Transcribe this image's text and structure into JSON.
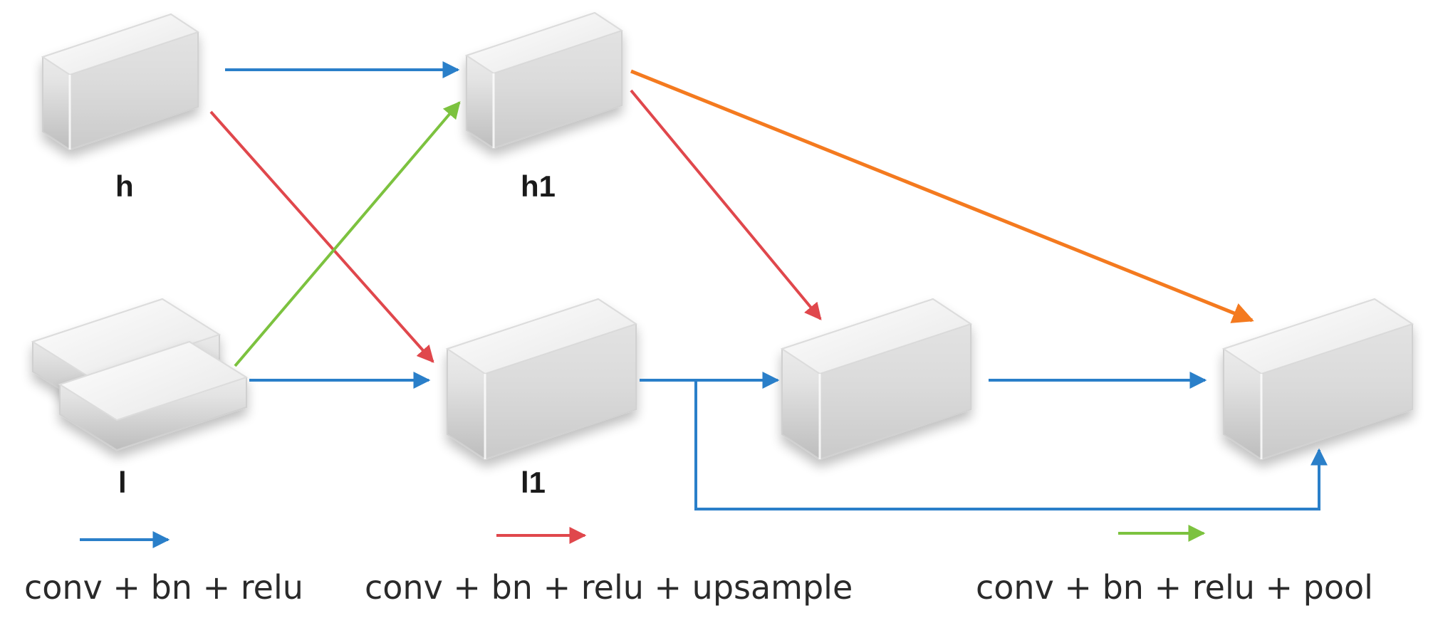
{
  "nodes": {
    "h": {
      "label": "h"
    },
    "h1": {
      "label": "h1"
    },
    "l": {
      "label": "l"
    },
    "l1": {
      "label": "l1"
    }
  },
  "legend": [
    {
      "text": "conv + bn + relu",
      "color": "#2a7fc9"
    },
    {
      "text": "conv + bn + relu + upsample",
      "color": "#e0474c"
    },
    {
      "text": "conv + bn + relu + pool",
      "color": "#7cc23f"
    }
  ],
  "colors": {
    "blue": "#2a7fc9",
    "red": "#e0474c",
    "green": "#7cc23f",
    "orange": "#f47a1f"
  }
}
